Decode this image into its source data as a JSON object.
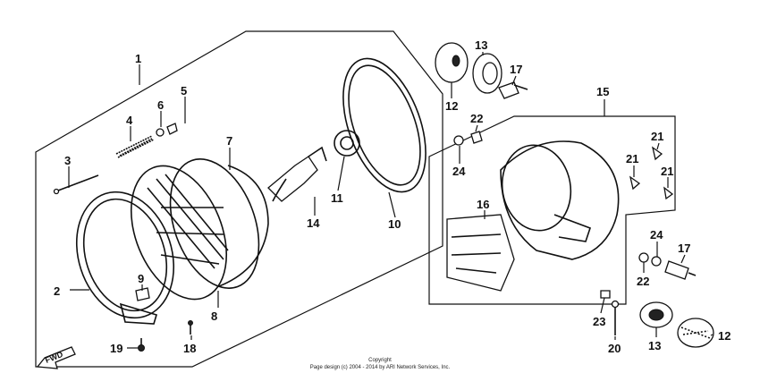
{
  "callouts": {
    "c1": "1",
    "c2": "2",
    "c3": "3",
    "c4": "4",
    "c5": "5",
    "c6": "6",
    "c7": "7",
    "c8": "8",
    "c9": "9",
    "c10": "10",
    "c11": "11",
    "c12a": "12",
    "c12b": "12",
    "c13a": "13",
    "c13b": "13",
    "c14": "14",
    "c15": "15",
    "c16": "16",
    "c17a": "17",
    "c17b": "17",
    "c18": "18",
    "c19": "19",
    "c20": "20",
    "c21a": "21",
    "c21b": "21",
    "c21c": "21",
    "c22a": "22",
    "c22b": "22",
    "c23": "23",
    "c24a": "24",
    "c24b": "24"
  },
  "direction_label": "FWD",
  "copyright": {
    "line1": "Copyright",
    "line2": "Page design (c) 2004 - 2014 by ARI Network Services, Inc."
  },
  "icons": {
    "direction_arrow": "arrow-down-left-icon"
  }
}
